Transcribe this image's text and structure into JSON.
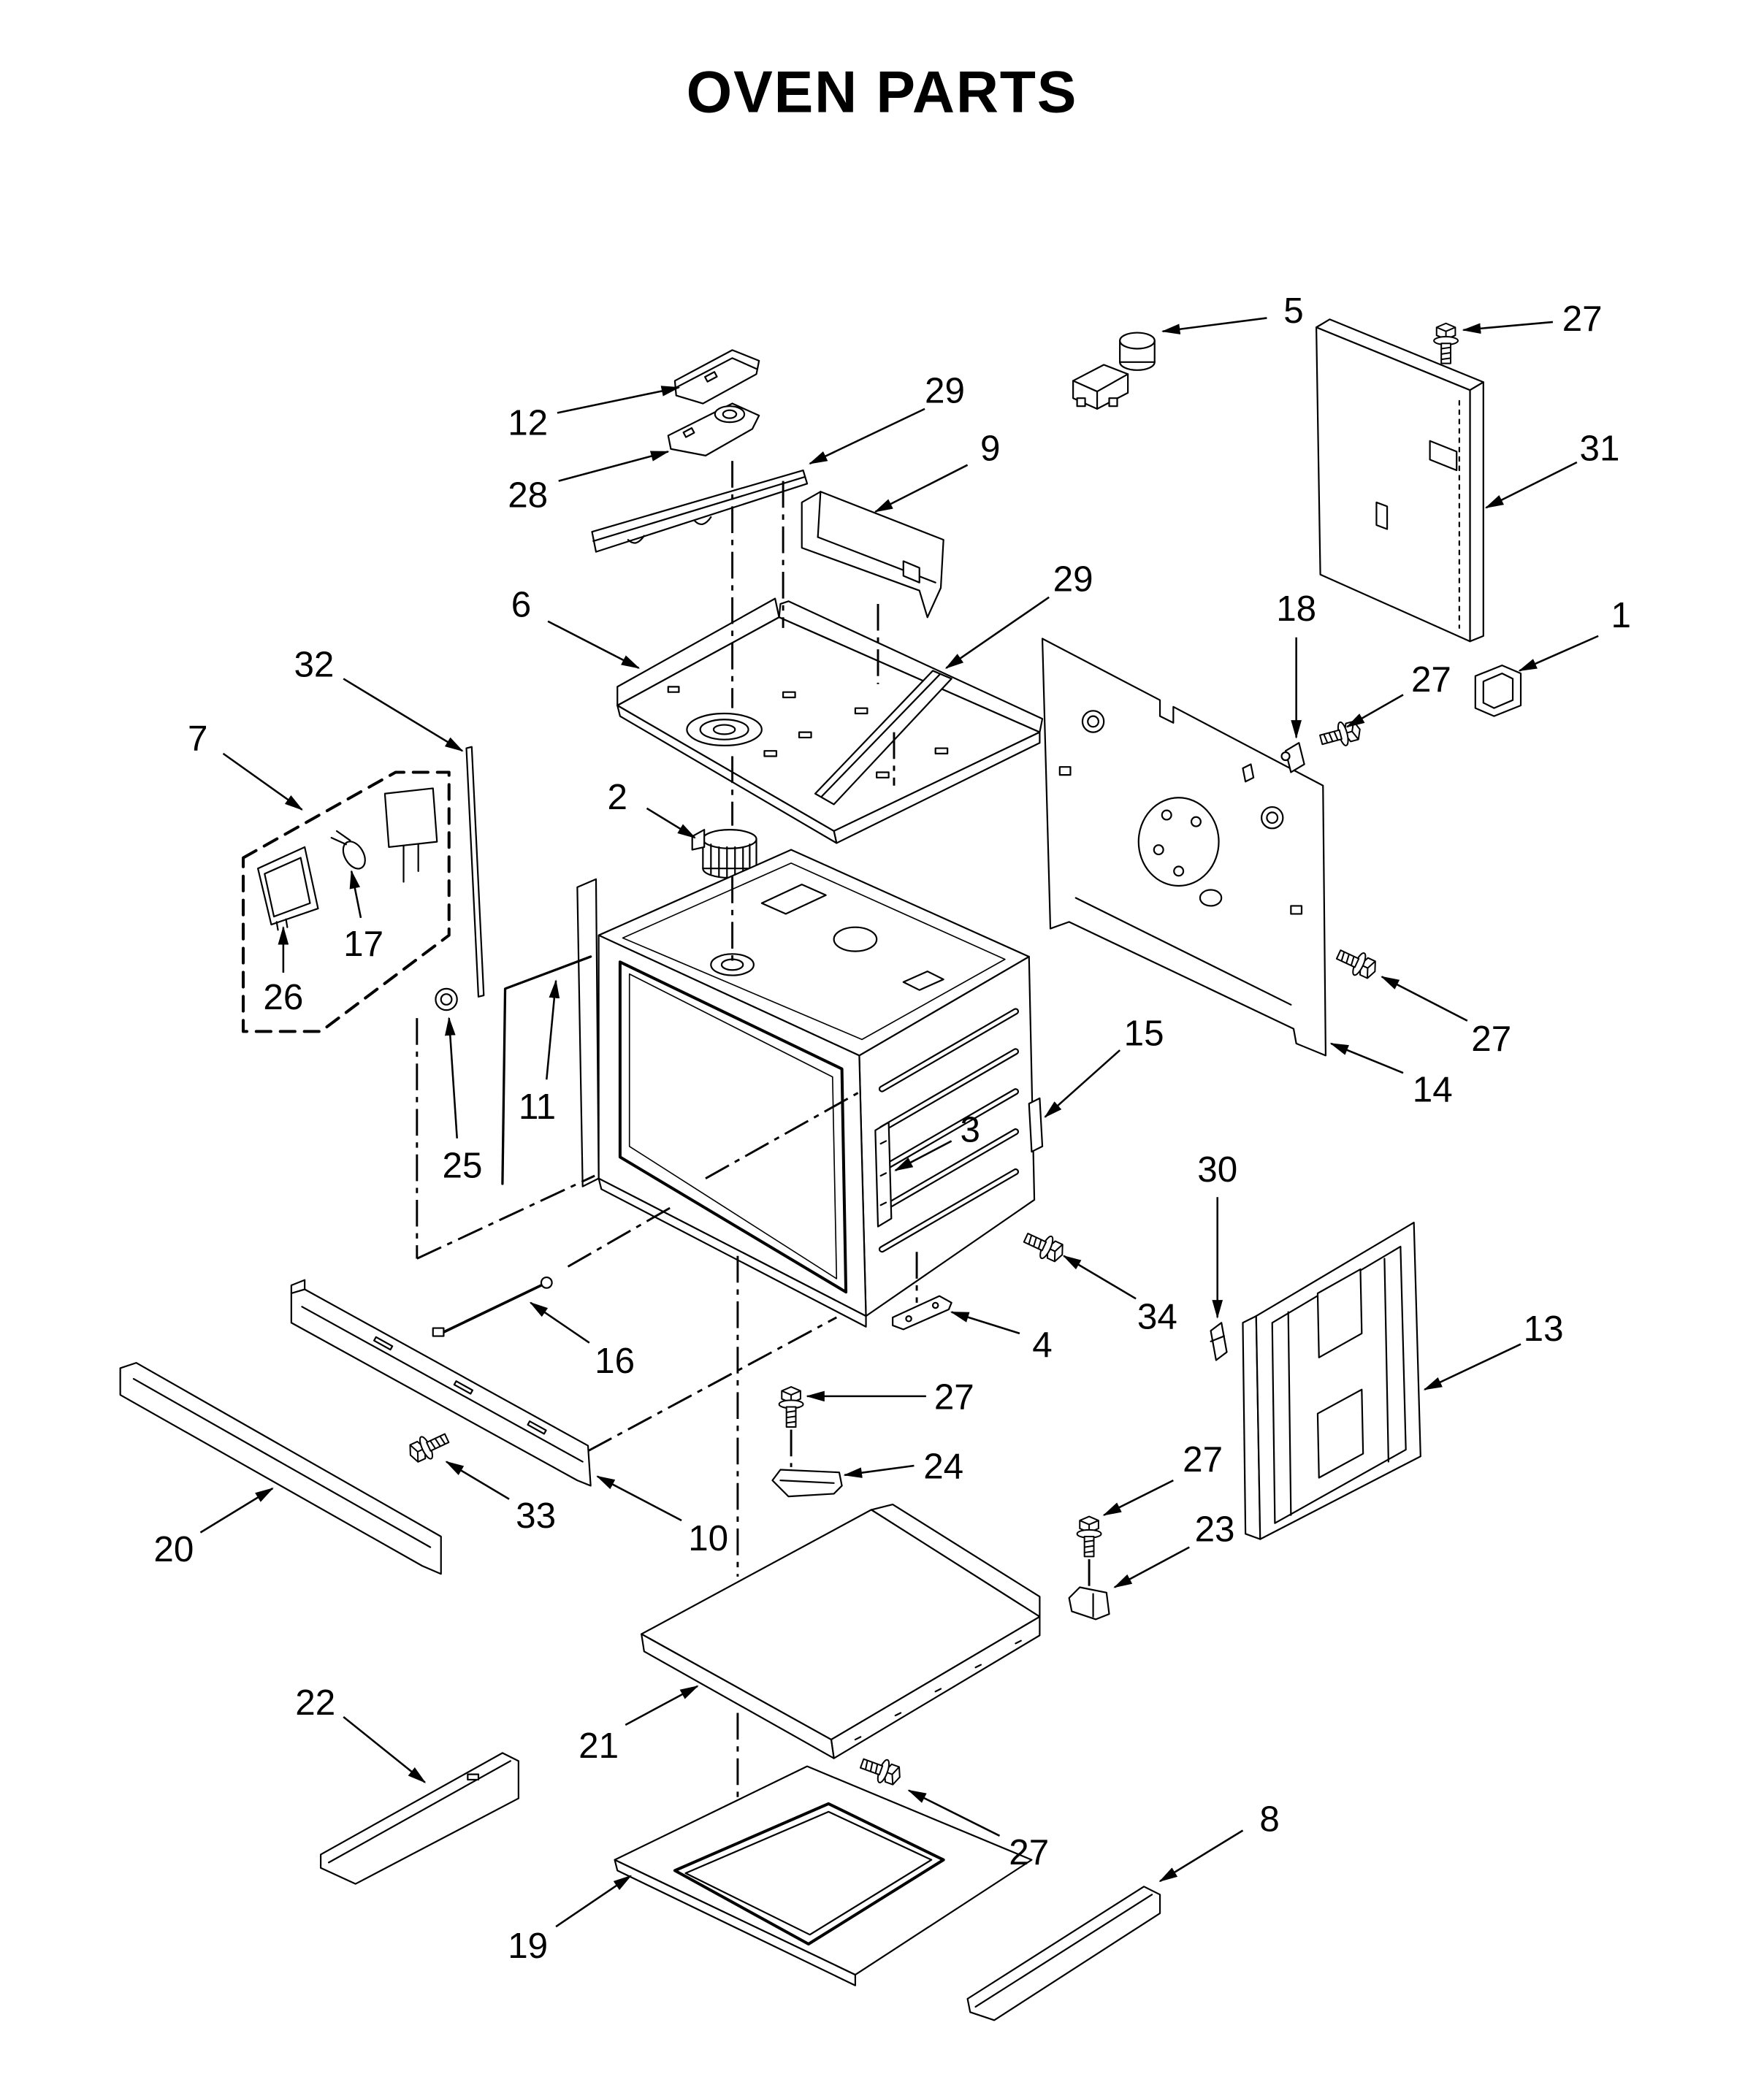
{
  "title": "OVEN PARTS",
  "callouts": [
    "5",
    "27",
    "12",
    "29",
    "9",
    "31",
    "28",
    "6",
    "29",
    "18",
    "1",
    "27",
    "32",
    "7",
    "2",
    "17",
    "26",
    "11",
    "25",
    "27",
    "14",
    "15",
    "3",
    "30",
    "13",
    "34",
    "4",
    "16",
    "27",
    "24",
    "33",
    "10",
    "20",
    "27",
    "23",
    "22",
    "21",
    "27",
    "8",
    "19"
  ],
  "colors": {
    "line": "#000000",
    "background": "#ffffff"
  }
}
